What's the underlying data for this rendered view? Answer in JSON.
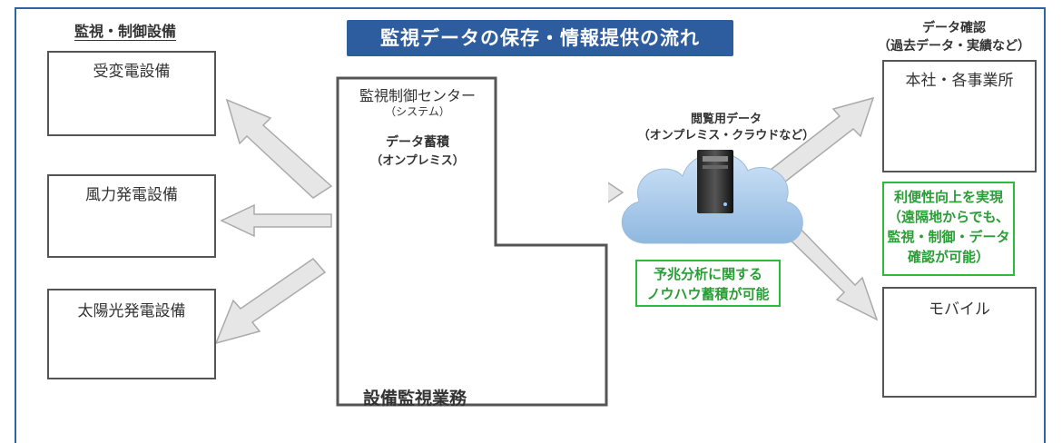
{
  "title": "監視データの保存・情報提供の流れ",
  "left_heading": "監視・制御設備",
  "facilities": [
    {
      "label": "受変電設備",
      "icon": "substation-icon"
    },
    {
      "label": "風力発電設備",
      "icon": "wind-turbine-icon"
    },
    {
      "label": "太陽光発電設備",
      "icon": "solar-panel-icon"
    }
  ],
  "center": {
    "title": "監視制御センター",
    "subtitle": "（システム）",
    "storage_label": "データ蓄積",
    "storage_sub": "（オンプレミス）",
    "work_label": "設備監視業務"
  },
  "cloud": {
    "label": "閲覧用データ",
    "sub": "（オンプレミス・クラウドなど）",
    "knowhow_line1": "予兆分析に関する",
    "knowhow_line2": "ノウハウ蓄積が可能"
  },
  "right": {
    "heading_line1": "データ確認",
    "heading_line2": "（過去データ・実績など）",
    "office_label": "本社・各事業所",
    "mobile_label": "モバイル",
    "benefit_line1": "利便性向上を実現",
    "benefit_line2": "（遠隔地からでも、",
    "benefit_line3": "監視・制御・データ",
    "benefit_line4": "確認が可能）"
  },
  "colors": {
    "banner": "#2d5d9e",
    "frame": "#2f63a8",
    "green": "#2bbd3a",
    "arrow_fill": "#e6e6e6",
    "arrow_stroke": "#aaaaaa"
  }
}
